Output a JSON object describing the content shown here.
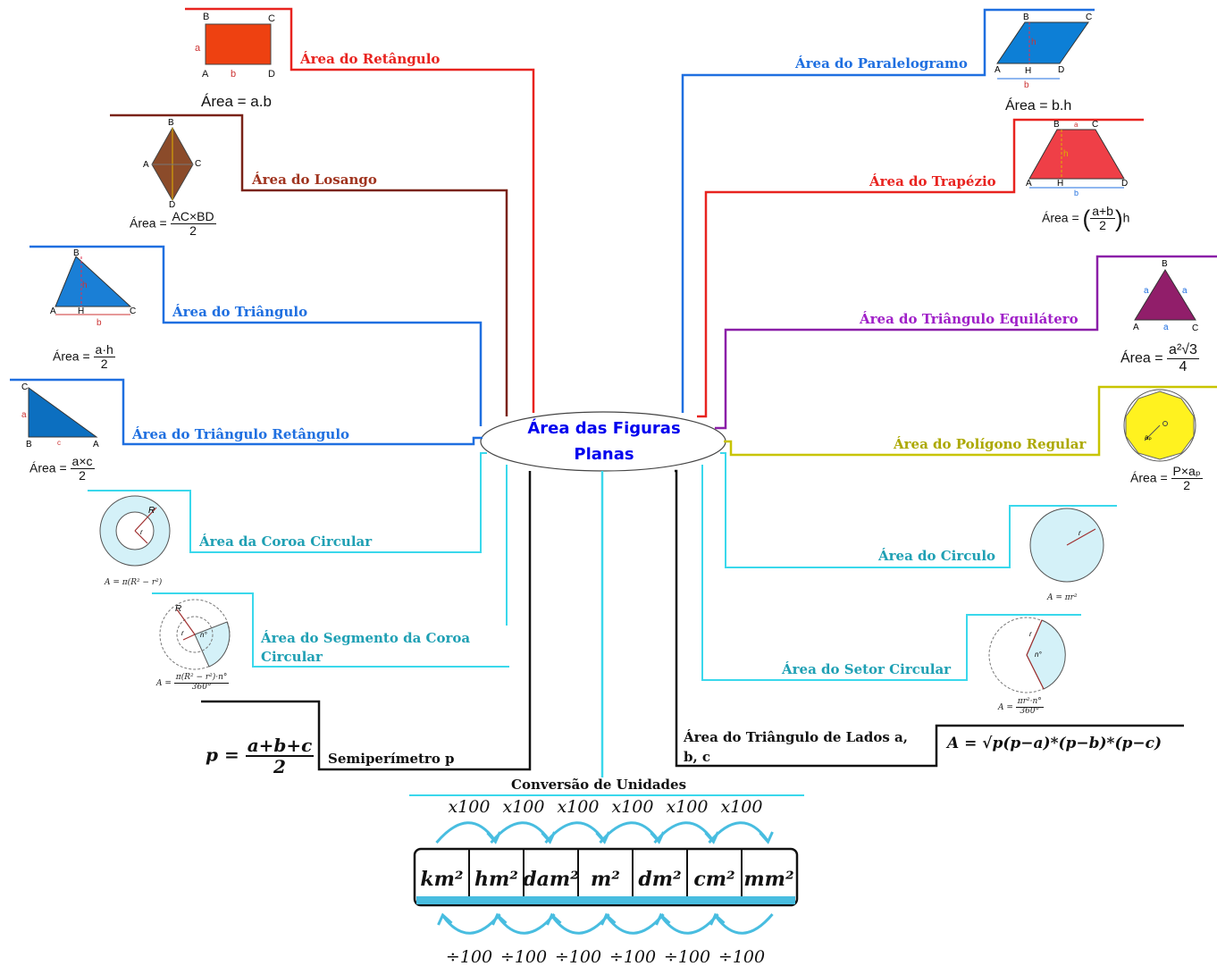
{
  "center": {
    "line1": "Área das Figuras",
    "line2": "Planas"
  },
  "branches": {
    "retangulo": {
      "label": "Área do Retângulo",
      "color": "#e8231f",
      "formula": "Área = a.b"
    },
    "losango": {
      "label": "Área do Losango",
      "color": "#7a2318",
      "formula_prefix": "Área =",
      "num": "AC×BD",
      "den": "2"
    },
    "triangulo": {
      "label": "Área do Triângulo",
      "color": "#1f6fe0",
      "formula_prefix": "Área =",
      "num": "a·h",
      "den": "2"
    },
    "triangulo_retangulo": {
      "label": "Área do Triângulo Retângulo",
      "color": "#1f6fe0",
      "formula_prefix": "Área =",
      "num": "a×c",
      "den": "2"
    },
    "coroa": {
      "label": "Área da Coroa Circular",
      "color": "#28b4c8",
      "formula": "A = π(R² − r²)"
    },
    "segmento_coroa": {
      "label_line1": "Área do Segmento da Coroa",
      "label_line2": "Circular",
      "color": "#28b4c8",
      "formula_num": "π(R² − r²)·n°",
      "formula_den": "360°",
      "formula_prefix": "A ="
    },
    "semiperimetro": {
      "label": "Semiperímetro p",
      "color": "#111111",
      "formula_prefix": "p =",
      "num": "a+b+c",
      "den": "2"
    },
    "paralelogramo": {
      "label": "Área do Paralelogramo",
      "color": "#1f6fe0",
      "formula": "Área = b.h"
    },
    "trapezio": {
      "label": "Área do Trapézio",
      "color": "#e8231f",
      "formula_prefix": "Área =",
      "num": "a+b",
      "den": "2",
      "suffix": "h"
    },
    "triangulo_equilatero": {
      "label": "Área do Triângulo Equilátero",
      "color": "#a020c8",
      "formula_prefix": "Área =",
      "num": "a²√3",
      "den": "4"
    },
    "poligono_regular": {
      "label": "Área do Polígono Regular",
      "color": "#b8b400",
      "formula_prefix": "Área =",
      "num": "P×aₚ",
      "den": "2"
    },
    "circulo": {
      "label": "Área do Circulo",
      "color": "#28b4c8",
      "formula": "A = πr²"
    },
    "setor": {
      "label": "Área do Setor Circular",
      "color": "#28b4c8",
      "formula_prefix": "A =",
      "formula_num": "πr²·n°",
      "formula_den": "360°"
    },
    "heron": {
      "label_line1": "Área do Triângulo de Lados a,",
      "label_line2": "b, c",
      "color": "#111111",
      "formula": "A = √p(p−a)*(p−b)*(p−c)"
    }
  },
  "figure_labels": {
    "retangulo": [
      "B",
      "C",
      "a",
      "A",
      "b",
      "D"
    ],
    "losango": [
      "B",
      "A",
      "C",
      "D"
    ],
    "triangulo": [
      "B",
      "h",
      "A",
      "H",
      "C",
      "b"
    ],
    "triangulo_retangulo": [
      "C",
      "a",
      "B",
      "c",
      "A"
    ],
    "paralelogramo": [
      "B",
      "C",
      "h",
      "A",
      "H",
      "D",
      "b"
    ],
    "trapezio": [
      "B",
      "a",
      "C",
      "h",
      "A",
      "H",
      "D",
      "b"
    ],
    "equilatero": [
      "B",
      "a",
      "a",
      "A",
      "a",
      "C"
    ],
    "poligono": [
      "aₚ"
    ],
    "coroa": [
      "R",
      "r"
    ],
    "segmento": [
      "R",
      "r",
      "n°"
    ],
    "circulo": [
      "r"
    ],
    "setor": [
      "r",
      "n°"
    ]
  },
  "conversion": {
    "title": "Conversão de Unidades",
    "units": [
      "km²",
      "hm²",
      "dam²",
      "m²",
      "dm²",
      "cm²",
      "mm²"
    ],
    "multiply": [
      "x100",
      "x100",
      "x100",
      "x100",
      "x100",
      "x100"
    ],
    "divide": [
      "÷100",
      "÷100",
      "÷100",
      "÷100",
      "÷100",
      "÷100"
    ]
  }
}
